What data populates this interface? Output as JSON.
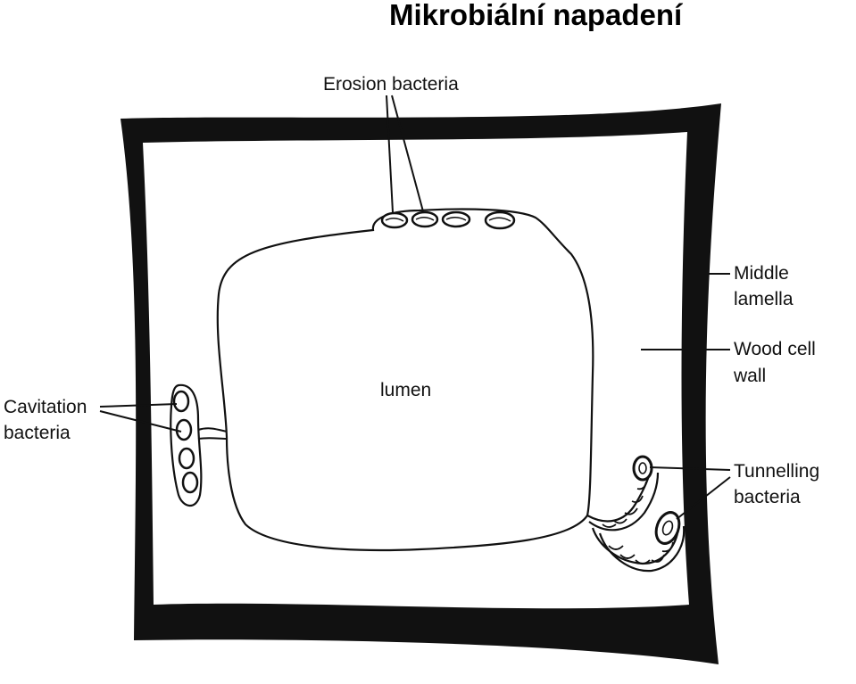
{
  "title": "Mikrobiální napadení",
  "labels": {
    "erosion": "Erosion bacteria",
    "middle_lamella": [
      "Middle",
      "lamella"
    ],
    "wood_cell_wall": [
      "Wood cell",
      "wall"
    ],
    "lumen": "lumen",
    "cavitation": [
      "Cavitation",
      "bacteria"
    ],
    "tunnelling": [
      "Tunnelling",
      "bacteria"
    ]
  },
  "colors": {
    "ink": "#111111",
    "background": "#ffffff"
  }
}
